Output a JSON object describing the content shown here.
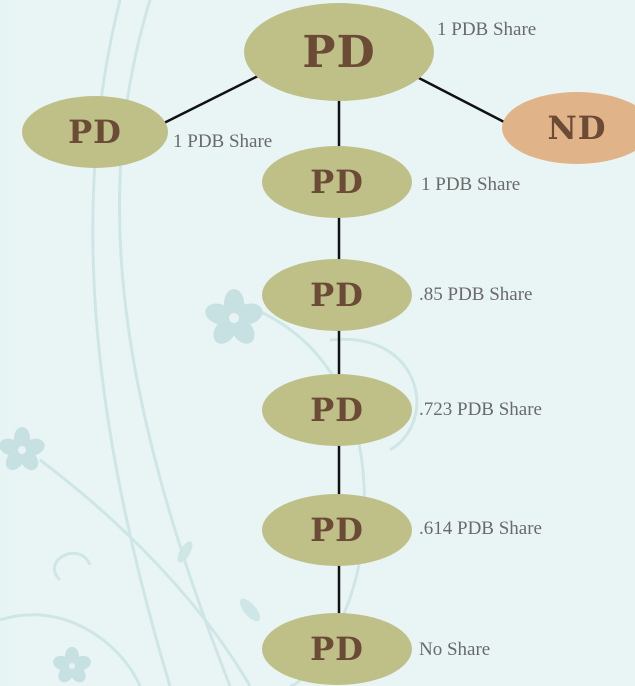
{
  "colors": {
    "pd_fill": "#bec088",
    "nd_fill": "#e0b389",
    "node_text": "#6b4a36",
    "connector": "#111111",
    "background": "#e6f4f4",
    "decor": "#cfe7e7"
  },
  "nodes": {
    "root": {
      "text": "PD",
      "share": "1 PDB Share"
    },
    "left": {
      "text": "PD",
      "share": "1 PDB Share"
    },
    "right": {
      "text": "ND"
    },
    "gen1": {
      "text": "PD",
      "share": "1 PDB Share"
    },
    "gen2": {
      "text": "PD",
      "share": ".85 PDB Share"
    },
    "gen3": {
      "text": "PD",
      "share": ".723 PDB Share"
    },
    "gen4": {
      "text": "PD",
      "share": ".614 PDB Share"
    },
    "gen5": {
      "text": "PD",
      "share": "No Share"
    }
  },
  "decor_icons": [
    "flower-icon",
    "flower-icon",
    "flower-icon",
    "swirl-vines"
  ]
}
